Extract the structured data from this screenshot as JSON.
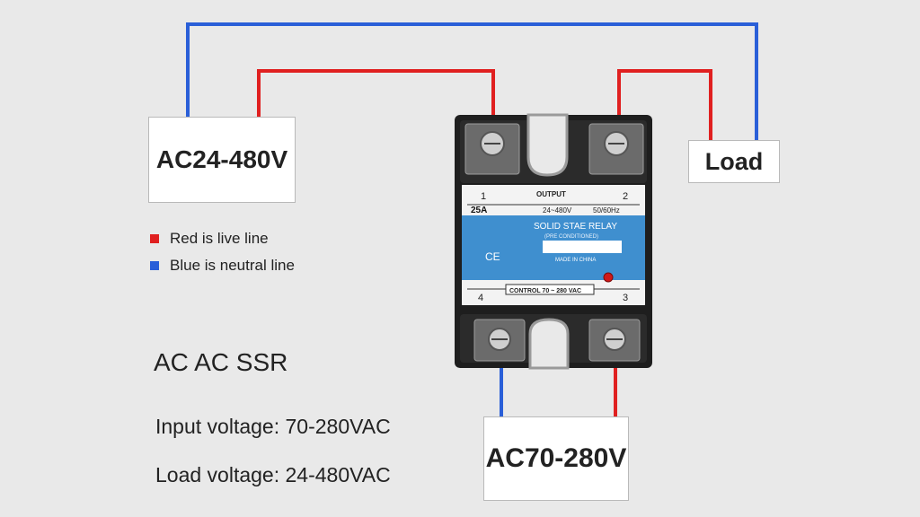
{
  "colors": {
    "live": "#e02020",
    "neutral": "#2a5fd8",
    "relay_label": "#3f8fcf",
    "background": "#e9e9e9"
  },
  "boxes": {
    "supply_ac24": "AC24-480V",
    "load": "Load",
    "input_ac70": "AC70-280V"
  },
  "legend": {
    "red": "Red is live line",
    "blue": "Blue is neutral line"
  },
  "texts": {
    "ssr_type": "AC AC SSR",
    "input_voltage": "Input voltage: 70-280VAC",
    "load_voltage": "Load voltage: 24-480VAC"
  },
  "relay": {
    "terminal_1": "1",
    "terminal_2": "2",
    "terminal_3": "3",
    "terminal_4": "4",
    "output_label": "OUTPUT",
    "current_rating": "25A",
    "output_voltage": "24~480V",
    "frequency": "50/60Hz",
    "title": "SOLID STAE RELAY",
    "subtitle": "(PRE CONDITIONED)",
    "ce_mark": "CE",
    "made_in": "MADE IN CHINA",
    "control_label": "CONTROL 70 ~ 280 VAC"
  }
}
